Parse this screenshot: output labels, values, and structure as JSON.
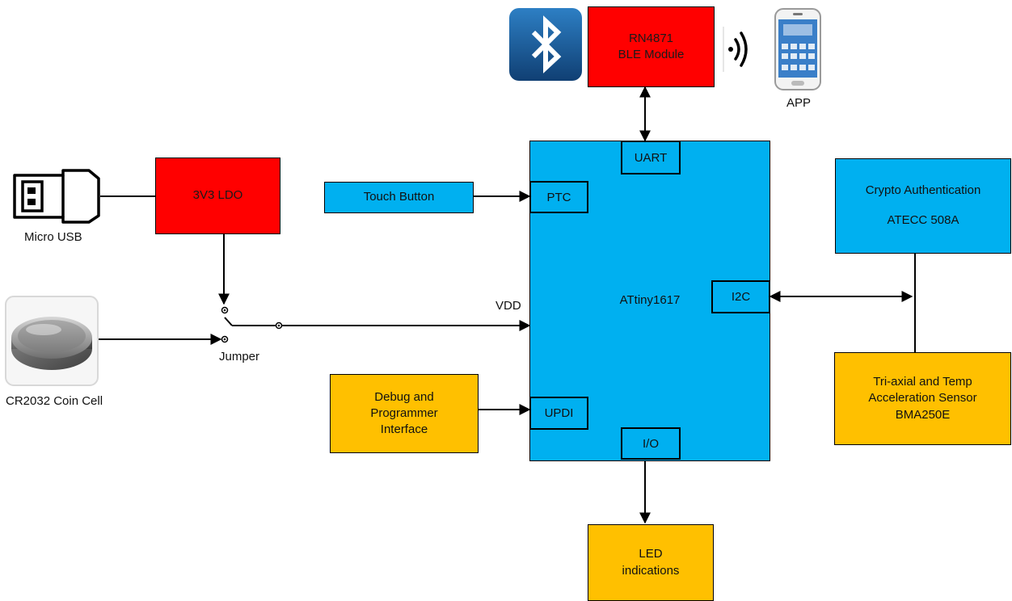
{
  "blocks": {
    "ble": "RN4871\nBLE Module",
    "ldo": "3V3 LDO",
    "touch": "Touch Button",
    "mcu": "ATtiny1617",
    "crypto": "Crypto Authentication\n\nATECC 508A",
    "accel": "Tri-axial and Temp\nAcceleration Sensor\nBMA250E",
    "debug": "Debug and\nProgrammer\nInterface",
    "led": "LED\nindications"
  },
  "ports": {
    "uart": "UART",
    "ptc": "PTC",
    "i2c": "I2C",
    "updi": "UPDI",
    "io": "I/O"
  },
  "labels": {
    "app": "APP",
    "micro_usb": "Micro USB",
    "coin_cell": "CR2032 Coin Cell",
    "jumper": "Jumper",
    "vdd": "VDD"
  },
  "icons": [
    "bluetooth-icon",
    "wireless-signal-icon",
    "smartphone-icon",
    "usb-plug-icon",
    "coin-cell-battery-icon"
  ],
  "colors": {
    "red": "#ff0000",
    "blue": "#00b0f0",
    "amber": "#ffc000"
  }
}
